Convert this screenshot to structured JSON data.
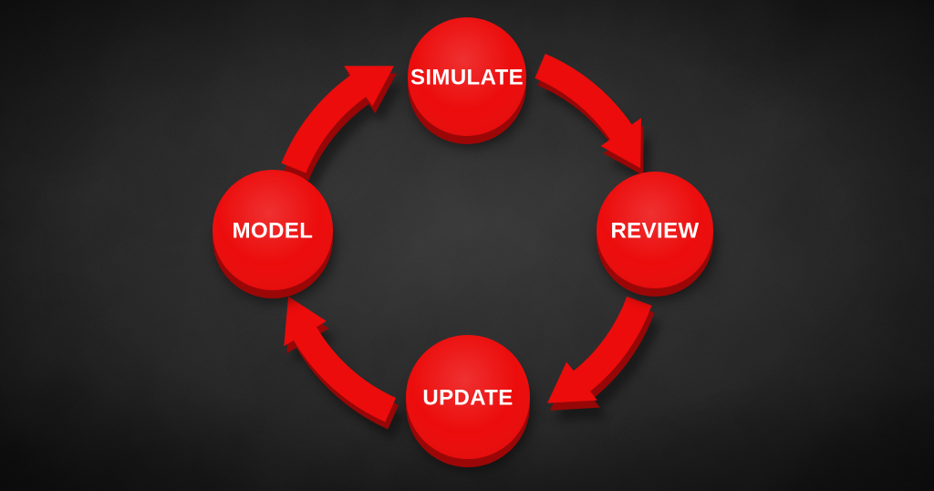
{
  "diagram": {
    "type": "cycle",
    "direction": "clockwise",
    "nodes": [
      {
        "id": "simulate",
        "label": "SIMULATE"
      },
      {
        "id": "review",
        "label": "REVIEW"
      },
      {
        "id": "update",
        "label": "UPDATE"
      },
      {
        "id": "model",
        "label": "MODEL"
      }
    ],
    "edges": [
      {
        "from": "model",
        "to": "simulate"
      },
      {
        "from": "simulate",
        "to": "review"
      },
      {
        "from": "review",
        "to": "update"
      },
      {
        "from": "update",
        "to": "model"
      }
    ],
    "colors": {
      "node_face": "#ec0c0c",
      "node_side": "#9b0707",
      "arrow_face": "#ec0c0c",
      "arrow_side": "#970707",
      "label_text": "#ffffff",
      "background": "#1b1b1b"
    }
  }
}
